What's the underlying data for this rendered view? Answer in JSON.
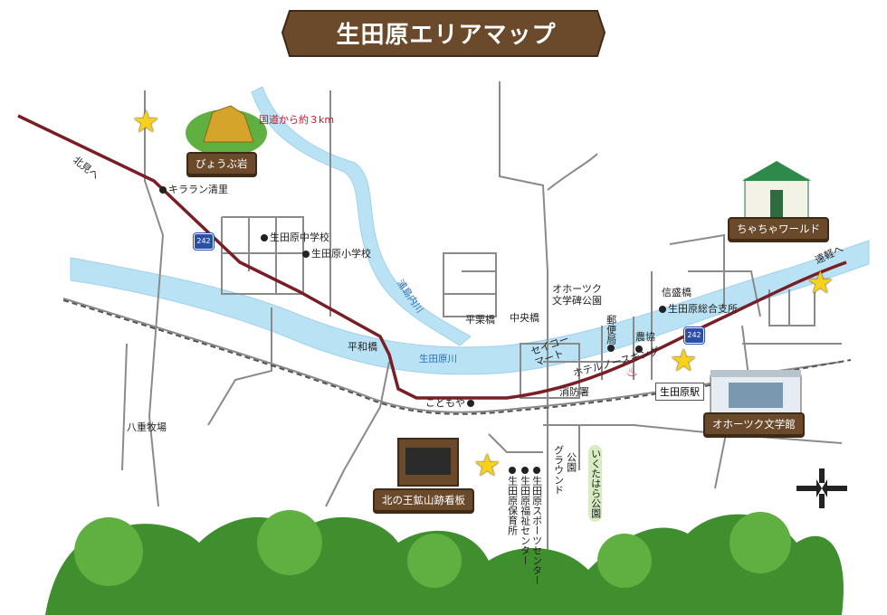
{
  "title": "生田原エリアマップ",
  "landmarks": {
    "byoubu_iwa": "びょうぶ岩",
    "chacha_world": "ちゃちゃワールド",
    "okhotsk_museum": "オホーツク文学館",
    "kitanoou_sign": "北の王鉱山跡看板"
  },
  "routes": {
    "kitami": "北見へ",
    "engaru": "遠軽へ",
    "kokudo_note": "国道から約３km",
    "route_number": "242"
  },
  "rivers": {
    "ikutahara_river": "生田原川",
    "uraboro_river": "浦島内川"
  },
  "bridges": {
    "heiwa": "平和橋",
    "heiritsu": "平栗橋",
    "chuou": "中央橋",
    "shinmori": "信盛橋"
  },
  "places": {
    "kiraran": "キララン清里",
    "middle_school": "生田原中学校",
    "elementary_school": "生田原小学校",
    "okhotsk_park_line1": "オホーツク",
    "okhotsk_park_line2": "文学碑公園",
    "branch_office": "生田原総合支所",
    "post_office": "郵便局",
    "noukyou": "農協",
    "seicomart_line1": "セイコー",
    "seicomart_line2": "マート",
    "hotel": "ホテルノースキング",
    "fire_station": "消防署",
    "station": "生田原駅",
    "kodomoya": "こどもや",
    "yae_farm": "八重牧場",
    "ground": "グラウンド",
    "park": "公園",
    "ikutahara_park": "いくたはら公園",
    "sports_center": "生田原スポーツセンター",
    "welfare_center": "生田原福祉センター",
    "nursery": "生田原保育所"
  },
  "colors": {
    "road_main": "#7a1e26",
    "river": "#b9e3f5",
    "river_edge": "#9fd1ea",
    "road_minor": "#8a8a8a",
    "railway": "#555555",
    "forest": "#3f8f2f",
    "forest_light": "#5fb041",
    "sign_wood": "#6b4a2b",
    "star": "#f6d21c"
  }
}
